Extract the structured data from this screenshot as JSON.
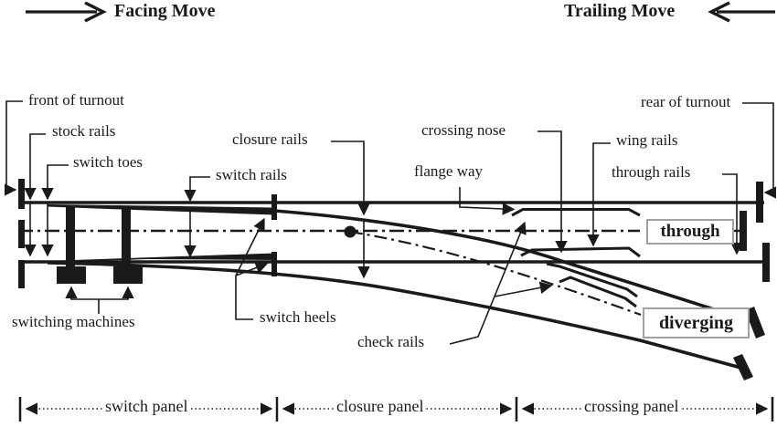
{
  "move_arrows": {
    "facing": "Facing Move",
    "trailing": "Trailing Move"
  },
  "labels": {
    "front_of_turnout": "front of turnout",
    "stock_rails": "stock rails",
    "switch_toes": "switch toes",
    "closure_rails": "closure rails",
    "switch_rails": "switch rails",
    "crossing_nose": "crossing nose",
    "flange_way": "flange way",
    "wing_rails": "wing rails",
    "through_rails": "through rails",
    "rear_of_turnout": "rear of turnout",
    "switching_machines": "switching machines",
    "switch_heels": "switch heels",
    "check_rails": "check rails"
  },
  "route_boxes": {
    "through": "through",
    "diverging": "diverging"
  },
  "panels": {
    "switch": "switch panel",
    "closure": "closure panel",
    "crossing": "crossing panel"
  },
  "colors": {
    "ink": "#1a1a1a",
    "box_border": "#a0a0a0",
    "background": "#ffffff"
  }
}
